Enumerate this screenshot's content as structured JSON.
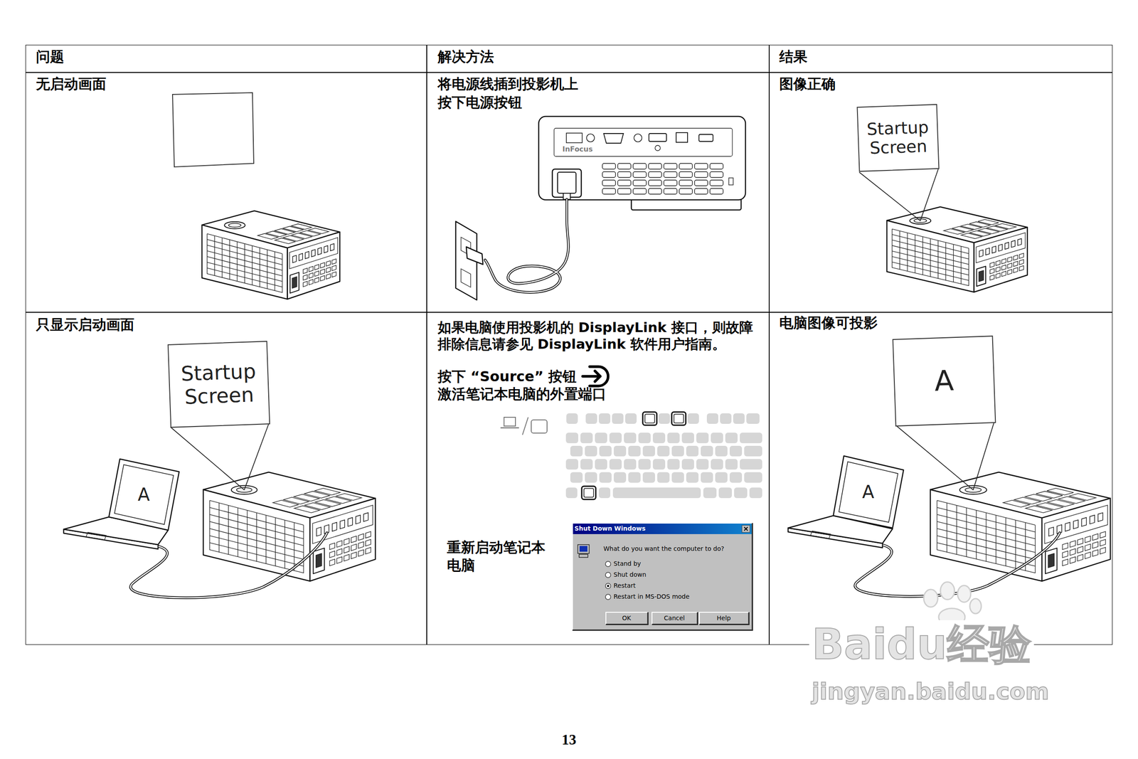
{
  "diagram": {
    "nodes": [
      {
        "text": [
          "问题"
        ]
      },
      {
        "text": [
          "解决方法"
        ]
      },
      {
        "text": [
          "结果"
        ]
      },
      {
        "text": [
          "无启动画面"
        ]
      },
      {
        "text": [
          "将电源线插到投影机上",
          "按下电源按钮"
        ]
      },
      {
        "text": [
          "图像正确"
        ]
      },
      {
        "text": [
          "Startup Screen"
        ],
        "in": 5
      },
      {
        "text": [
          "只显示启动画面"
        ]
      },
      {
        "text": [
          "Startup Screen"
        ],
        "in": 7
      },
      {
        "text": [
          "A"
        ],
        "in": 7
      },
      {
        "text": [
          "如果电脑使用投影机的 DisplayLink 接口，则故障排除信息请参见 DisplayLink 软件用户指南。",
          "按下 “Source” 按钮",
          "激活笔记本电脑的外置端口",
          "重新启动笔记本电脑"
        ]
      },
      {
        "text": [
          "Shut Down Windows",
          "What do you want the computer to do?",
          "Stand by",
          "Shut down",
          "Restart",
          "Restart in MS-DOS mode"
        ],
        "in": 10
      },
      {
        "text": [
          "OK"
        ],
        "in": 11
      },
      {
        "text": [
          "Cancel"
        ],
        "in": 11
      },
      {
        "text": [
          "Help"
        ],
        "in": 11
      },
      {
        "text": [
          "电脑图像可投影"
        ]
      },
      {
        "text": [
          "A"
        ],
        "in": 15
      },
      {
        "text": [
          "A"
        ],
        "in": 15
      }
    ],
    "labels": [
      "InFocus",
      "Baidu经验",
      "jingyan.baidu.com",
      "13"
    ]
  }
}
